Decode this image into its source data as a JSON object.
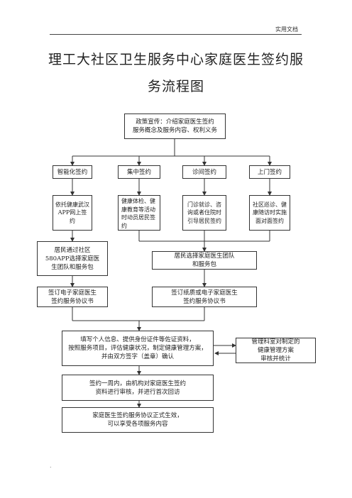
{
  "header": {
    "label": "实用文档"
  },
  "title": {
    "line1": "理工大社区卫生服务中心家庭医生签约服",
    "line2": "务流程图"
  },
  "flow": {
    "policy": "政策宣传：介绍家庭医生签约\n服务概念及服务内容、权利义务",
    "modes": {
      "smart": "智能化签约",
      "group": "集中签约",
      "clinic": "诊间签约",
      "door": "上门签约"
    },
    "details": {
      "smart": "依托健康武汉\nAPP网上签\n约",
      "group": "健康体检、健\n康教育等活动\n时动员居民签\n约",
      "clinic": "门诊就诊、咨\n询或者住院时\n引导居民签约",
      "door": "社区巡诊、健\n康随访时实施\n面对面签约"
    },
    "resident_app": "居民通过社区\n580APP选择家庭医\n生团队和服务包",
    "resident_choose": "居民选择家庭医生团队\n和服务包",
    "sign_electronic": "签订电子家庭医生\n签约服务协议书",
    "sign_paper": "签订纸质或电子家庭医生\n签约服务协议书",
    "fill_info": "填写个人信息、提供身份证件等佐证资料，\n按照服务项目，评估健康状况，制定健康管理方案，\n并由双方签字（盖章）确认",
    "management": "管理科室对制定的\n健康管理方案\n审核并统计",
    "review": "签约一周内，由机构对家庭医生签约\n资料进行审核，并进行首次回访",
    "effective": "家庭医生签约服务协议正式生效，\n可以享受各项服务内容"
  },
  "footer": {
    "dot": "."
  }
}
